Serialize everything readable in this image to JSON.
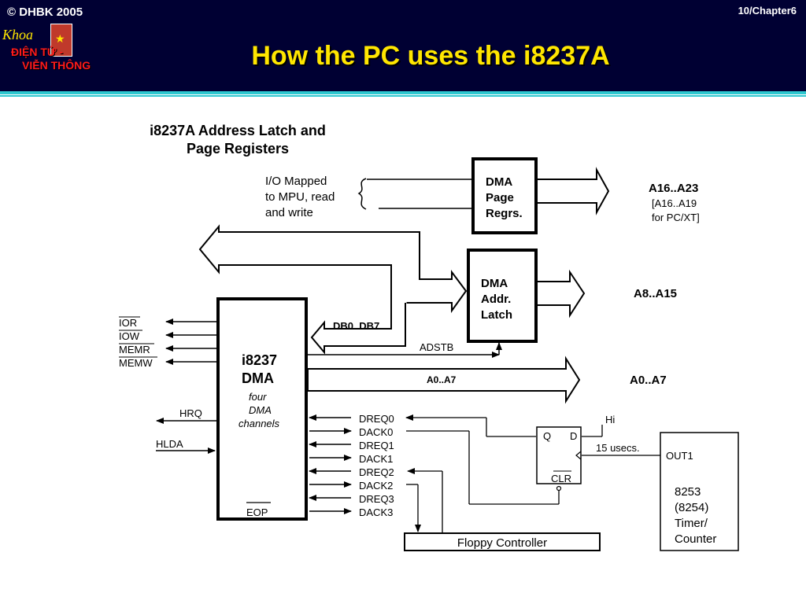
{
  "header": {
    "copyright": "© DHBK 2005",
    "chapter": "10/Chapter6",
    "title": "How the PC uses the i8237A",
    "logo": {
      "khoa": "Khoa",
      "line1": "ĐIỆN TỬ -",
      "line2": "VIỄN THÔNG"
    }
  },
  "diagram": {
    "heading": [
      "i8237A Address Latch and",
      "Page Registers"
    ],
    "io_note": [
      "I/O Mapped",
      "to MPU, read",
      "and write"
    ],
    "dma_page": [
      "DMA",
      "Page",
      "Regrs."
    ],
    "dma_addr": [
      "DMA",
      "Addr.",
      "Latch"
    ],
    "a16": "A16..A23",
    "a16_note": [
      "[A16..A19",
      "for PC/XT]"
    ],
    "a8": "A8..A15",
    "a0_bus": "A0..A7",
    "a0_out": "A0..A7",
    "db": "DB0..DB7",
    "adstb": "ADSTB",
    "chip": [
      "i8237",
      "DMA"
    ],
    "chip_sub": [
      "four",
      "DMA",
      "channels"
    ],
    "eop": "EOP",
    "ctrl": [
      "IOR",
      "IOW",
      "MEMR",
      "MEMW"
    ],
    "hrq": "HRQ",
    "hlda": "HLDA",
    "chan": [
      "DREQ0",
      "DACK0",
      "DREQ1",
      "DACK1",
      "DREQ2",
      "DACK2",
      "DREQ3",
      "DACK3"
    ],
    "ff_q": "Q",
    "ff_d": "D",
    "ff_clr": "CLR",
    "hi": "Hi",
    "usecs": "15 usecs.",
    "out1": "OUT1",
    "timer": [
      "8253",
      "(8254)",
      "Timer/",
      "Counter"
    ],
    "floppy": "Floppy Controller"
  }
}
